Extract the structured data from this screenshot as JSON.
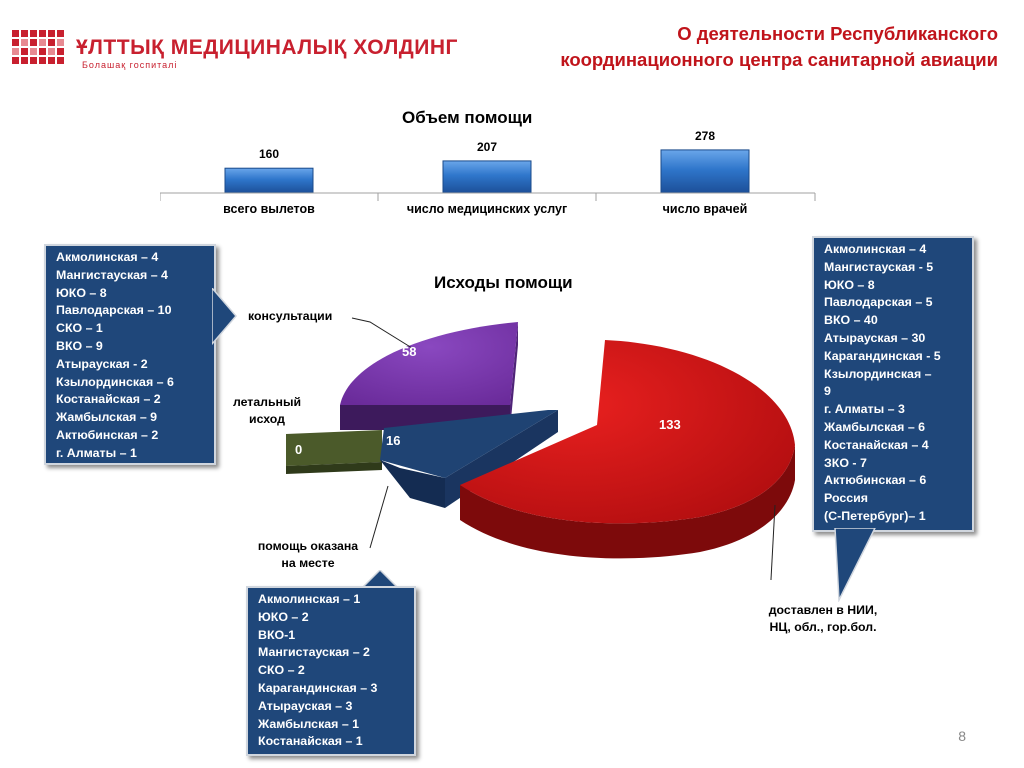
{
  "header": {
    "logo_text": "ҰЛТТЫҚ МЕДИЦИНАЛЫҚ ХОЛДИНГ",
    "logo_subtext": "Болашақ госпиталі",
    "title_line1": "О деятельности  Республиканского",
    "title_line2": "координационного центра санитарной авиации"
  },
  "colors": {
    "accent_red": "#c0141b",
    "bar_blue": "#2e75c9",
    "pie_red": "#c40f12",
    "pie_purple": "#7030a0",
    "pie_navy": "#1f3f6e",
    "pie_olive": "#4b5a2a",
    "box_blue": "#1f477a"
  },
  "chart_data": [
    {
      "type": "bar",
      "title": "Объем  помощи",
      "categories": [
        "всего вылетов",
        "число медицинских услуг",
        "число врачей"
      ],
      "values": [
        160,
        207,
        278
      ],
      "xlabel": "",
      "ylabel": ""
    },
    {
      "type": "pie",
      "title": "Исходы  помощи",
      "categories": [
        "доставлен в НИИ, НЦ, обл., гор.бол.",
        "консультации",
        "летальный исход",
        "помощь оказана на месте"
      ],
      "values": [
        133,
        58,
        0,
        16
      ]
    }
  ],
  "pie_labels": {
    "consult": "консультации",
    "lethal_line1": "летальный",
    "lethal_line2": "исход",
    "onsite_line1": "помощь оказана",
    "onsite_line2": "на месте",
    "delivered_line1": "доставлен в НИИ,",
    "delivered_line2": "НЦ, обл., гор.бол."
  },
  "boxes": {
    "left": [
      "Акмолинская – 4",
      "Мангистауская – 4",
      "ЮКО – 8",
      "Павлодарская – 10",
      "СКО – 1",
      "ВКО – 9",
      "Атырауская - 2",
      "Кзылординская – 6",
      "Костанайская – 2",
      "Жамбылская – 9",
      "Актюбинская – 2",
      "г. Алматы – 1"
    ],
    "right": [
      "Акмолинская – 4",
      "Мангистауская - 5",
      "ЮКО – 8",
      "Павлодарская – 5",
      "ВКО – 40",
      "Атырауская – 30",
      "Карагандинская - 5",
      "Кзылординская –",
      "9",
      "г. Алматы – 3",
      "Жамбылская – 6",
      "Костанайская – 4",
      "ЗКО - 7",
      "Актюбинская – 6",
      "Россия",
      "(С-Петербург)– 1"
    ],
    "bottom": [
      "Акмолинская – 1",
      "ЮКО – 2",
      "ВКО-1",
      "Мангистауская – 2",
      "СКО – 2",
      "Карагандинская – 3",
      "Атырауская – 3",
      "Жамбылская – 1",
      "Костанайская – 1"
    ]
  },
  "page_number": "8"
}
